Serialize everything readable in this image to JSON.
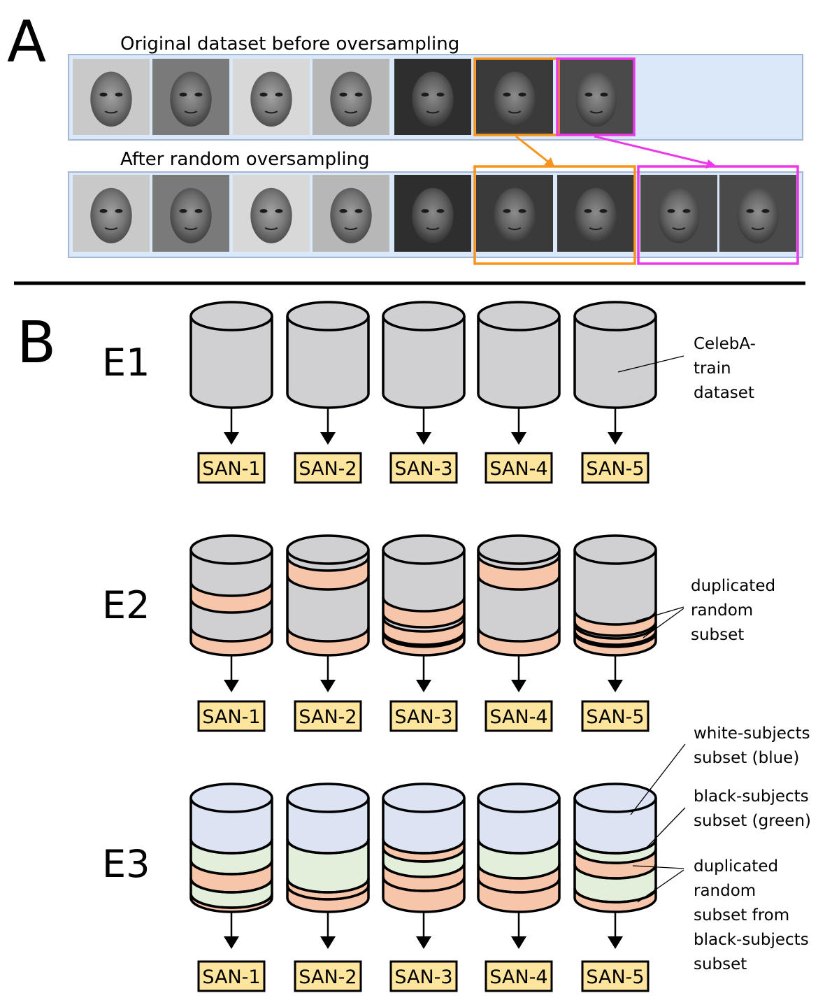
{
  "panel_a": {
    "letter": "A",
    "caption_original": "Original dataset before oversampling",
    "caption_after": "After random oversampling"
  },
  "panel_b": {
    "letter": "B",
    "rows": [
      {
        "label": "E1",
        "sans": [
          "SAN-1",
          "SAN-2",
          "SAN-3",
          "SAN-4",
          "SAN-5"
        ],
        "annotation": [
          "CelebA-",
          "train",
          "dataset"
        ]
      },
      {
        "label": "E2",
        "sans": [
          "SAN-1",
          "SAN-2",
          "SAN-3",
          "SAN-4",
          "SAN-5"
        ],
        "annotation": [
          "duplicated",
          "random",
          "subset"
        ]
      },
      {
        "label": "E3",
        "sans": [
          "SAN-1",
          "SAN-2",
          "SAN-3",
          "SAN-4",
          "SAN-5"
        ],
        "annotation_white": [
          "white-subjects",
          "subset (blue)"
        ],
        "annotation_black": [
          "black-subjects",
          "subset (green)"
        ],
        "annotation_dup": [
          "duplicated",
          "random",
          "subset from",
          "black-subjects",
          "subset"
        ]
      }
    ]
  },
  "colors": {
    "gray": "#d0d0d3",
    "salmon": "#f7c5aa",
    "blue": "#dce4f3",
    "green": "#e1efdb",
    "san_fill": "#fde59d",
    "orange": "#f7941d",
    "magenta": "#ec38e9",
    "strip_fill": "#dbe8f9",
    "strip_border": "#a3b7d4"
  }
}
